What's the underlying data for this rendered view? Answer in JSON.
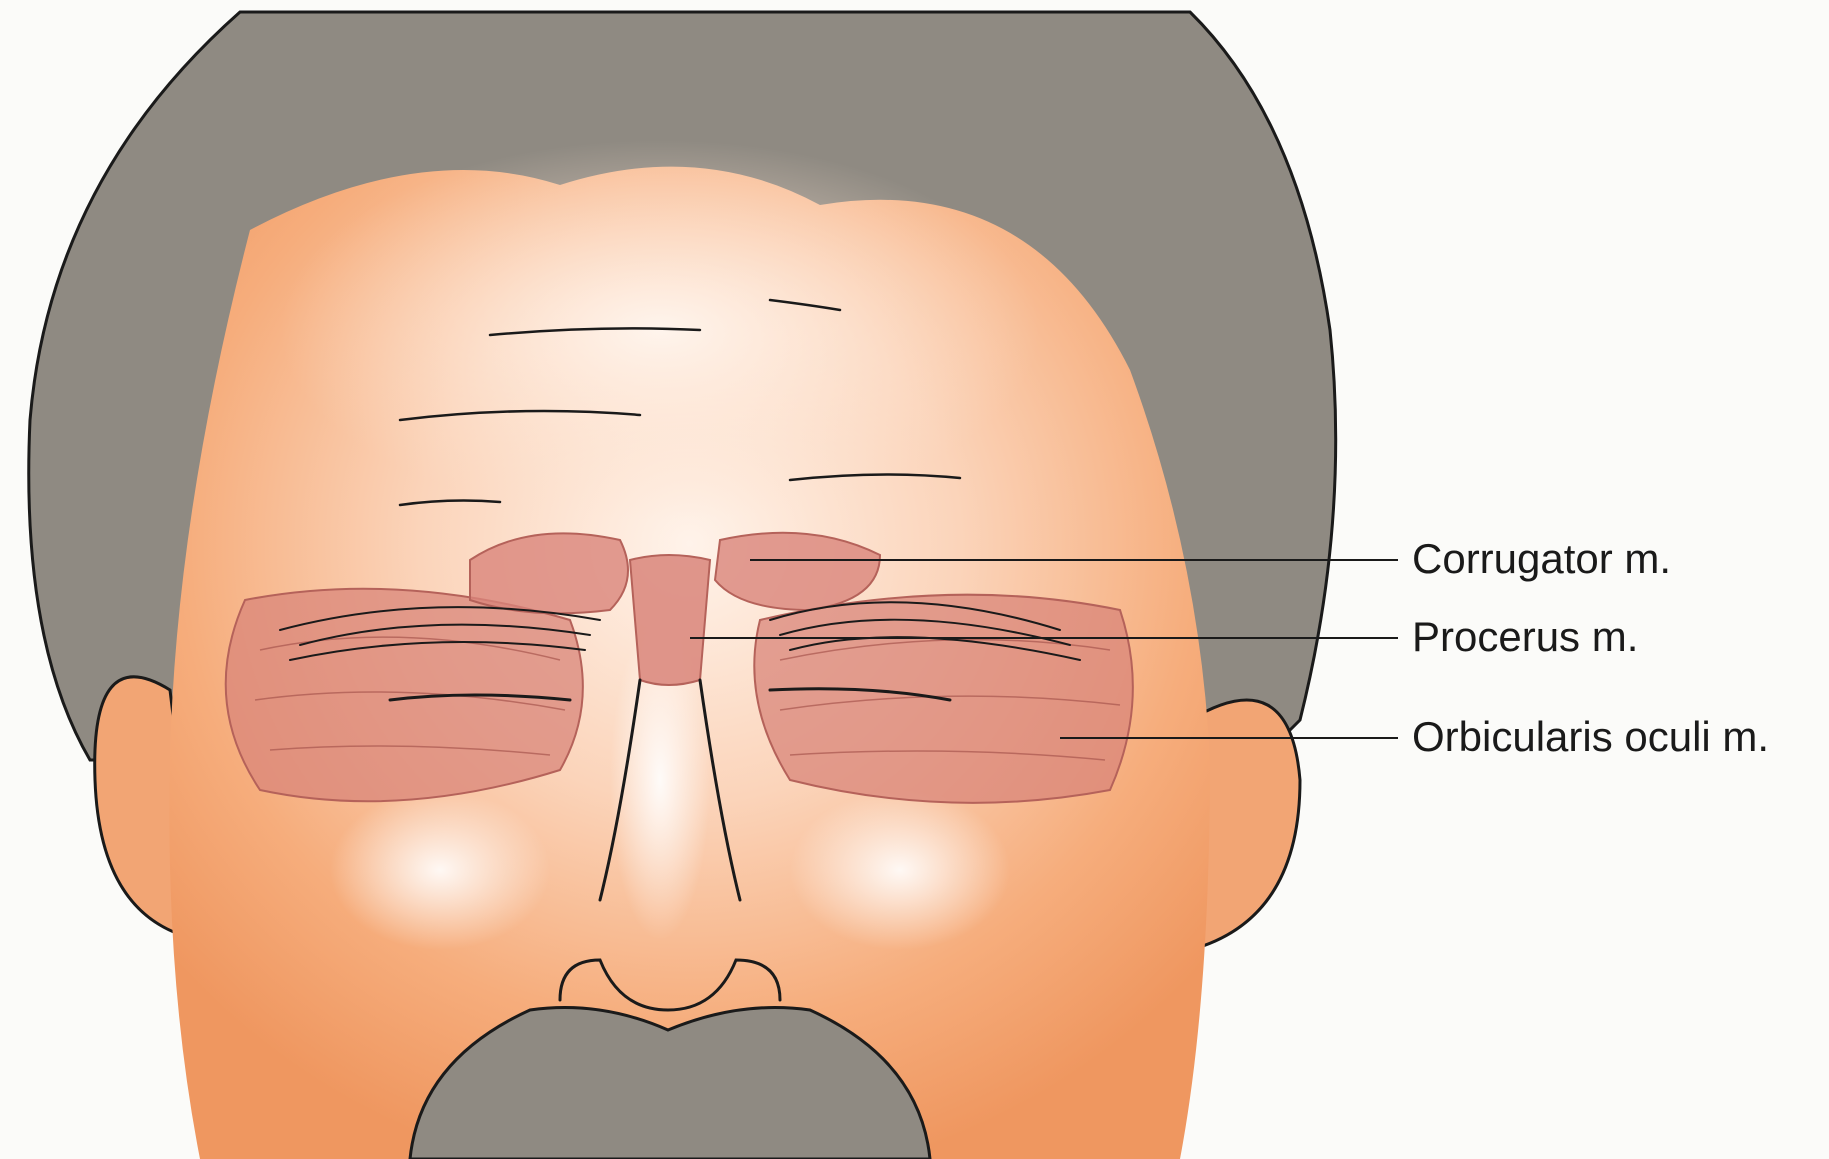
{
  "labels": {
    "corrugator": "Corrugator m.",
    "procerus": "Procerus m.",
    "orbicularis": "Orbicularis oculi m."
  },
  "colors": {
    "background": "#fbfbf9",
    "hair": "#8f8a82",
    "skin": "#f6b98f",
    "skin_light": "#fde6d6",
    "muscle": "#d9857a",
    "line": "#1a1a1a"
  }
}
